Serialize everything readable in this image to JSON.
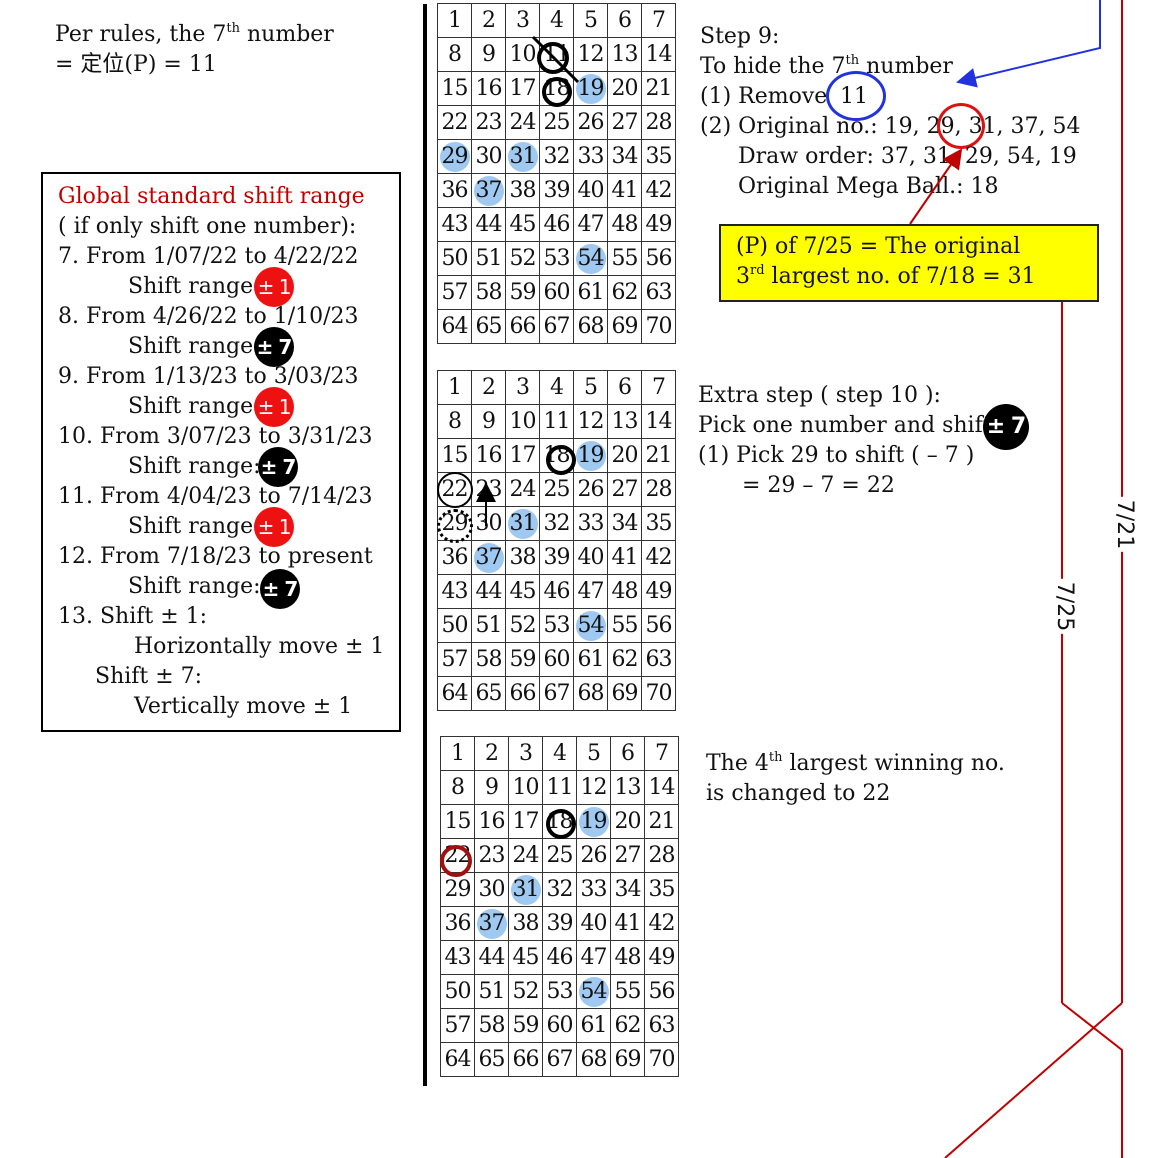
{
  "top_note": {
    "line1_pre": "Per rules, the 7",
    "line1_sup": "th",
    "line1_post": "  number",
    "line2": "= 定位(P) = 11"
  },
  "rules": {
    "title": "Global standard shift range",
    "subtitle": "( if only shift one number):",
    "items": [
      {
        "period": "7. From 1/07/22 to 4/22/22",
        "range_label": "Shift range:",
        "badge": "± 1",
        "badge_color": "#ee1111"
      },
      {
        "period": "8. From 4/26/22 to 1/10/23",
        "range_label": "Shift range:",
        "badge": "± 7",
        "badge_color": "#000000"
      },
      {
        "period": "9. From 1/13/23 to 3/03/23",
        "range_label": "Shift range:",
        "badge": "± 1",
        "badge_color": "#ee1111"
      },
      {
        "period": "10. From 3/07/23 to 3/31/23",
        "range_label": "Shift range:",
        "badge": "± 7",
        "badge_color": "#000000"
      },
      {
        "period": "11. From 4/04/23 to 7/14/23",
        "range_label": "Shift range:",
        "badge": "± 1",
        "badge_color": "#ee1111"
      },
      {
        "period": "12. From 7/18/23 to present",
        "range_label": "Shift range:",
        "badge": "± 7",
        "badge_color": "#000000"
      }
    ],
    "shift1_label": "13. Shift ± 1:",
    "shift1_desc": "Horizontally move ± 1",
    "shift7_label": "Shift ± 7:",
    "shift7_desc": "Vertically move ± 1"
  },
  "grids": [
    {
      "highlighted": [
        19,
        29,
        31,
        37,
        54
      ]
    },
    {
      "highlighted": [
        19,
        31,
        37,
        54
      ]
    },
    {
      "highlighted": [
        19,
        31,
        37,
        54
      ]
    }
  ],
  "step9": {
    "title": "Step 9:",
    "line2_pre": "To hide the 7",
    "line2_sup": "th",
    "line2_post": "  number",
    "line3_pre": "(1)  Remove",
    "line3_num": "11",
    "line4": "(2) Original no.: 19, 29, 31, 37, 54",
    "line5": "Draw order: 37, 31, 29, 54, 19",
    "line6": "Original Mega Ball.:  18"
  },
  "yellow_box": {
    "line1": "(P) of 7/25 = The original",
    "line2_pre": "3",
    "line2_sup": "rd",
    "line2_post": " largest no. of 7/18 = 31"
  },
  "step10": {
    "line1": "Extra step ( step 10 ):",
    "line2": "Pick one number and shift",
    "badge": "± 7",
    "line3": "(1) Pick 29 to shift ( – 7 )",
    "line4": "= 29 – 7 = 22"
  },
  "result": {
    "line1_pre": "The 4",
    "line1_sup": "th",
    "line1_post": " largest winning no.",
    "line2": "is changed to 22"
  },
  "date_labels": {
    "a": "7/21",
    "b": "7/25"
  },
  "colors": {
    "highlight": "#9fc9f1",
    "red_badge": "#ee1111",
    "yellow": "#ffff00",
    "blue_ring": "#2233dd",
    "red_line": "#c00000"
  }
}
